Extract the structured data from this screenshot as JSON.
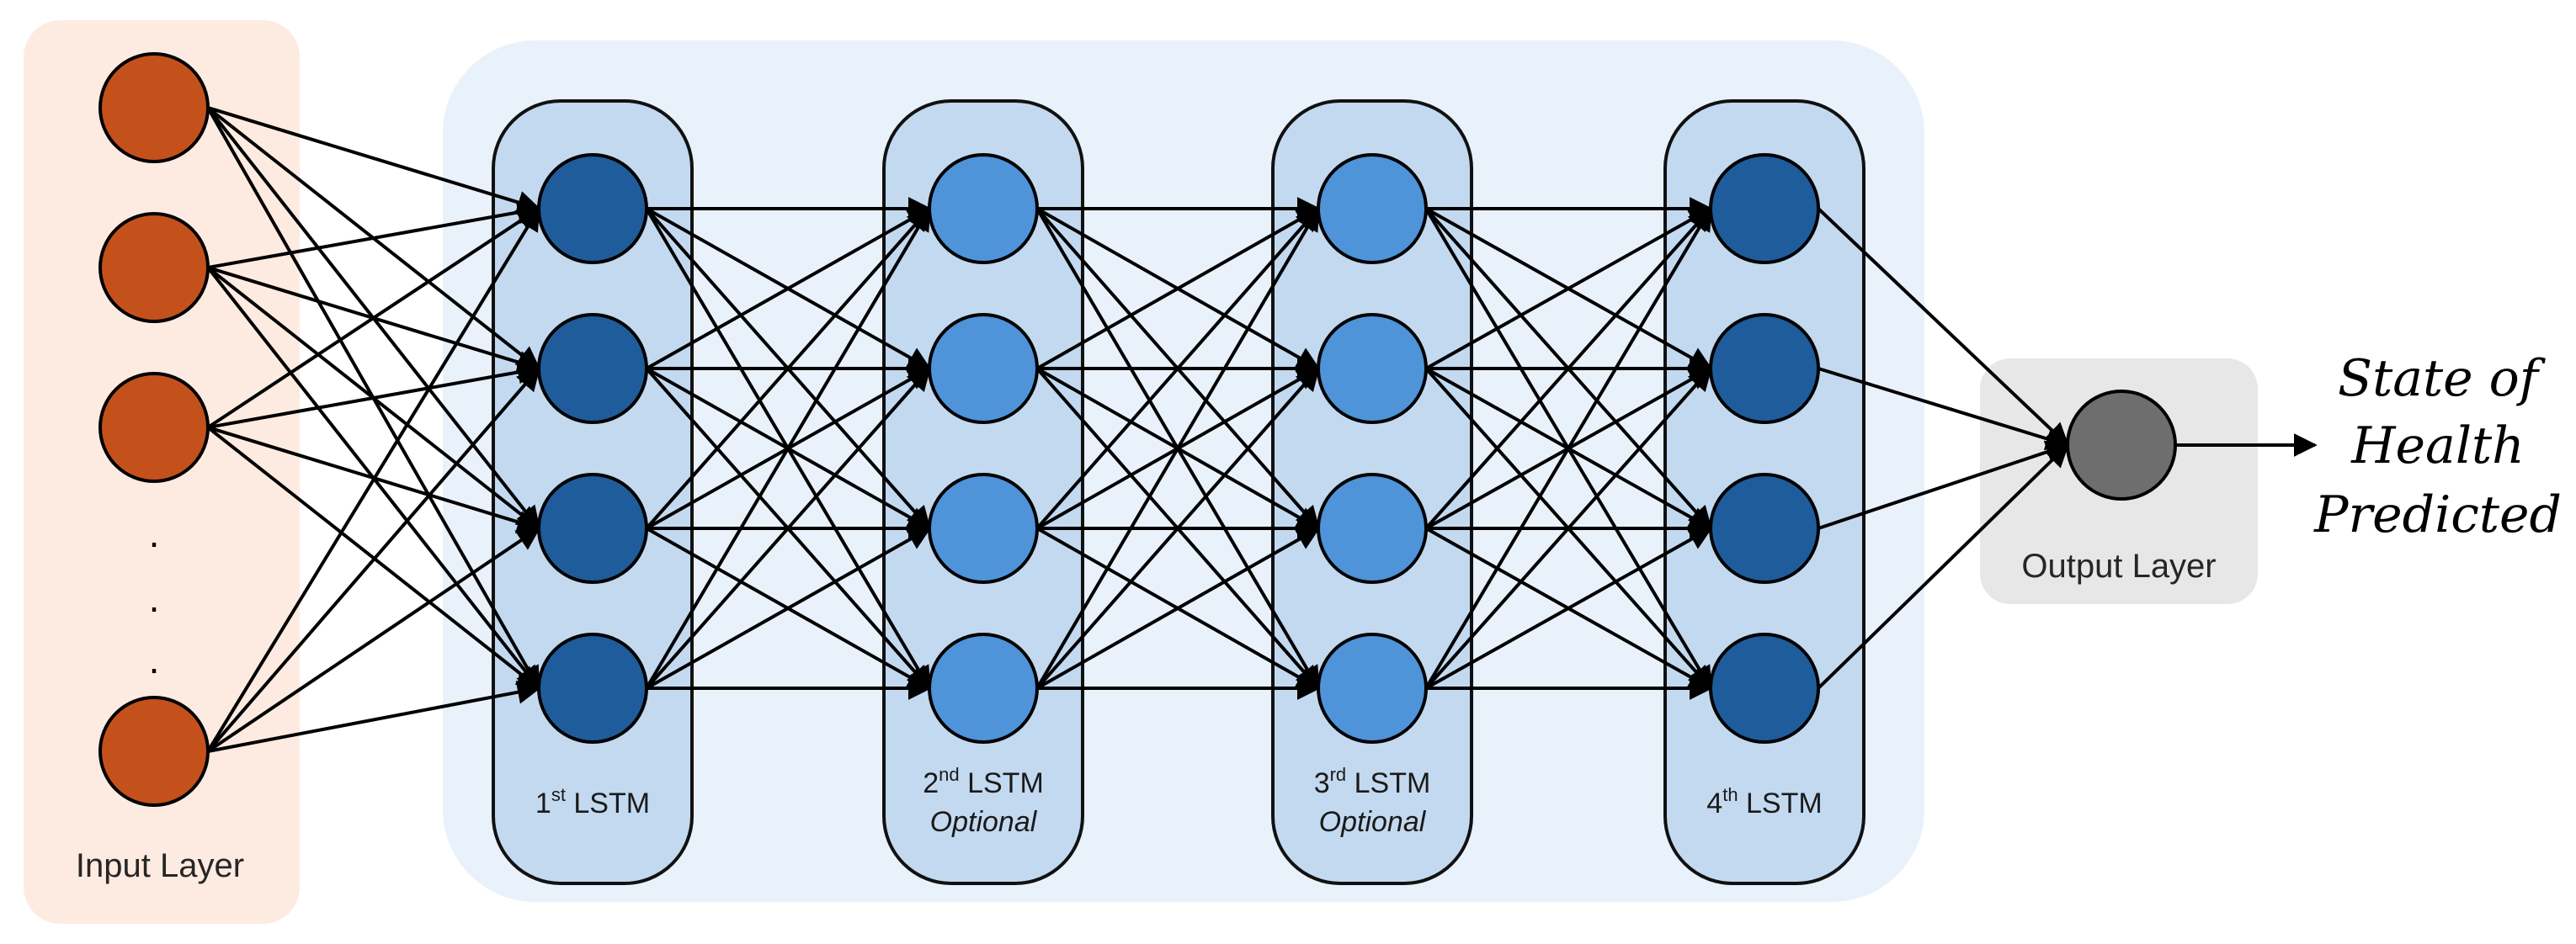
{
  "input_layer": {
    "label": "Input Layer",
    "ellipsis": [
      "·",
      "·",
      "·"
    ]
  },
  "lstm_layers": [
    {
      "ordinal": "1",
      "suffix": "st",
      "name": "LSTM",
      "note": "",
      "tone": "dark"
    },
    {
      "ordinal": "2",
      "suffix": "nd",
      "name": "LSTM",
      "note": "Optional",
      "tone": "light"
    },
    {
      "ordinal": "3",
      "suffix": "rd",
      "name": "LSTM",
      "note": "Optional",
      "tone": "light"
    },
    {
      "ordinal": "4",
      "suffix": "th",
      "name": "LSTM",
      "note": "",
      "tone": "dark"
    }
  ],
  "output_layer": {
    "label": "Output Layer"
  },
  "result": {
    "lines": [
      "State of",
      "Health",
      "Predicted"
    ]
  },
  "colors": {
    "input_node": "#c4511c",
    "input_panel": "#fdebe1",
    "lstm_panel_bg": "#e9f1fa",
    "lstm_column": "#c3d9f0",
    "node_dark": "#1f5c9b",
    "node_light": "#4f93d9",
    "output_node": "#6e6e6e",
    "output_panel": "#e7e7e7"
  }
}
